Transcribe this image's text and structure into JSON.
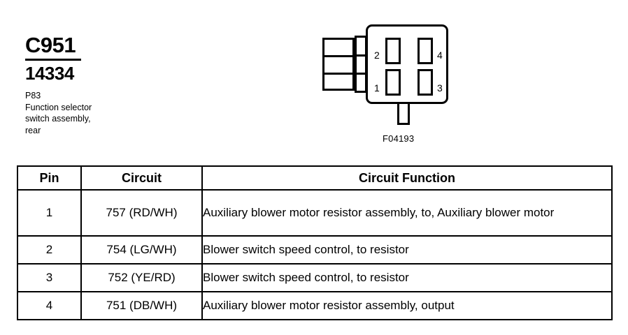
{
  "identification": {
    "connector_id": "C951",
    "part_number": "14334",
    "description_lines": [
      "P83",
      "Function selector",
      "switch assembly,",
      "rear"
    ]
  },
  "figure": {
    "caption": "F04193",
    "pin_labels": {
      "top_left": "2",
      "top_right": "4",
      "bottom_left": "1",
      "bottom_right": "3"
    }
  },
  "table": {
    "headers": {
      "pin": "Pin",
      "circuit": "Circuit",
      "function": "Circuit Function"
    },
    "rows": [
      {
        "pin": "1",
        "circuit": "757 (RD/WH)",
        "function": "Auxiliary blower motor resistor assembly, to, Auxiliary blower motor"
      },
      {
        "pin": "2",
        "circuit": "754 (LG/WH)",
        "function": "Blower switch speed control, to resistor"
      },
      {
        "pin": "3",
        "circuit": "752 (YE/RD)",
        "function": "Blower switch speed control, to resistor"
      },
      {
        "pin": "4",
        "circuit": "751 (DB/WH)",
        "function": "Auxiliary blower motor resistor assembly, output"
      }
    ]
  },
  "colors": {
    "ink": "#000000",
    "background": "#ffffff"
  }
}
